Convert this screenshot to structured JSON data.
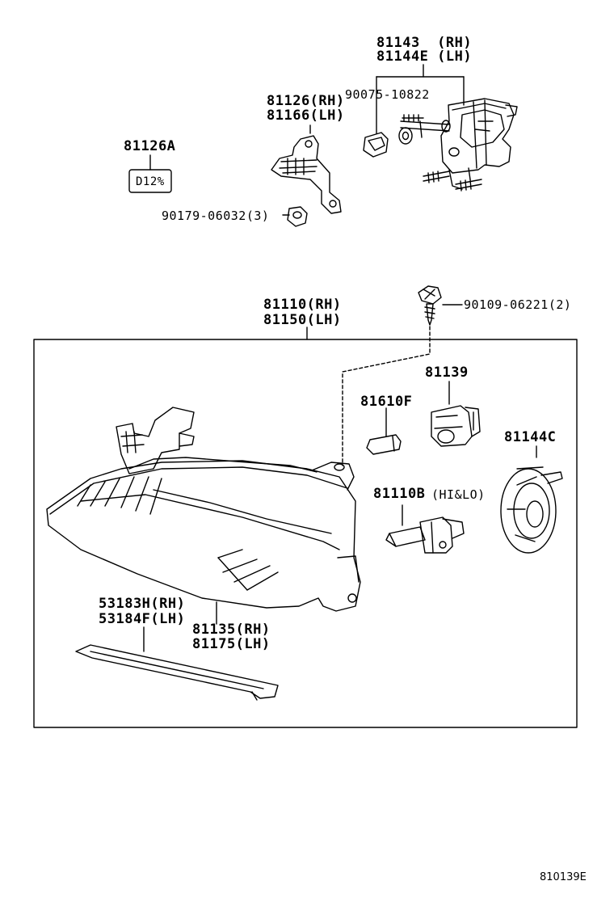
{
  "parts": {
    "leveling_motor": [
      "81143  (RH)",
      "81144E (LH)"
    ],
    "screw_top": "90075-10822",
    "bracket": [
      "81126(RH)",
      "81166(LH)"
    ],
    "label_part": "81126A",
    "label_plate_text": "D12%",
    "nut": "90179-06032(3)",
    "headlamp_assy": [
      "81110(RH)",
      "81150(LH)"
    ],
    "screw_assy": "90109-06221(2)",
    "socket": "81139",
    "bulb_small": "81610F",
    "cover": "81144C",
    "bulb_main": "81110B",
    "bulb_main_note": "(HI&LO)",
    "garnish": [
      "53183H(RH)",
      "53184F(LH)"
    ],
    "lens": [
      "81135(RH)",
      "81175(LH)"
    ]
  },
  "diagram_ref": "810139E"
}
